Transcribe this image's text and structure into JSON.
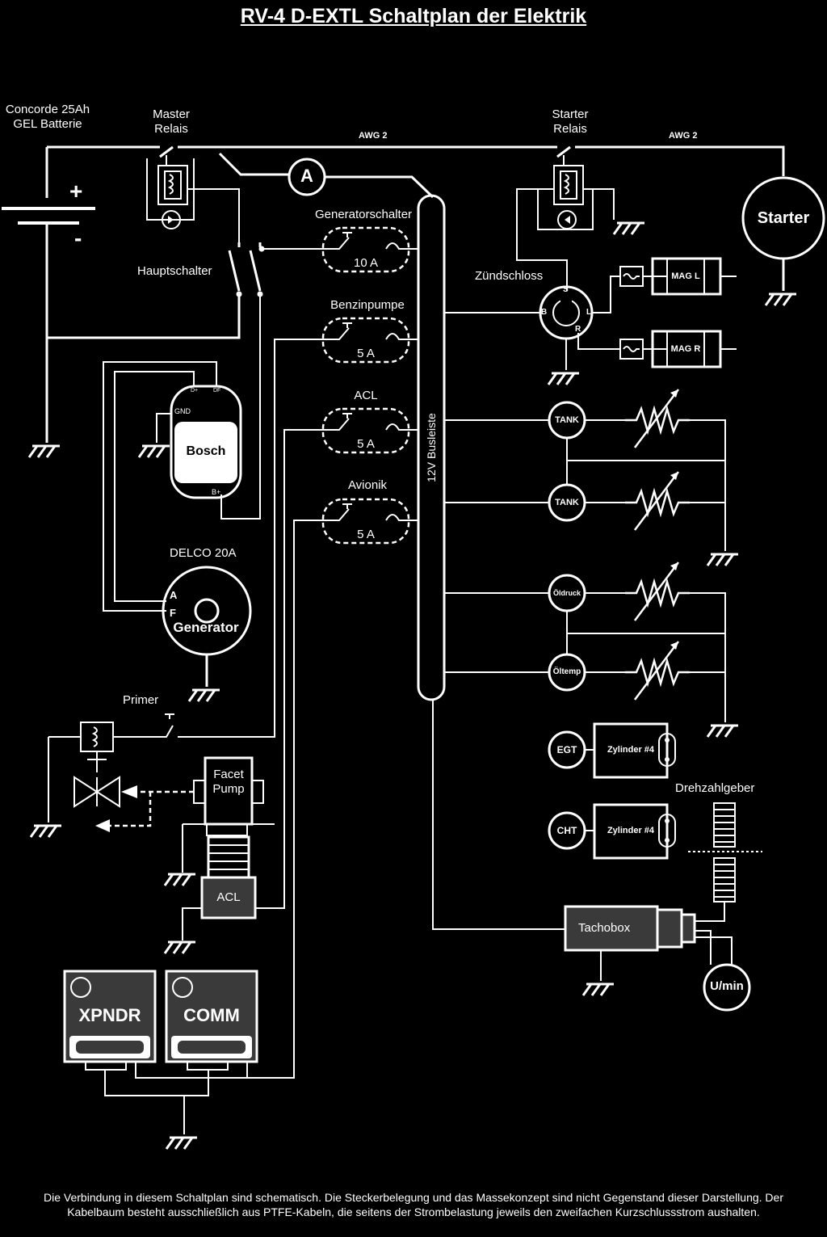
{
  "title": "RV-4 D-EXTL Schaltplan der Elektrik",
  "battery": {
    "line1": "Concorde 25Ah",
    "line2": "GEL Batterie",
    "plus": "+",
    "minus": "-"
  },
  "master_relay": {
    "line1": "Master",
    "line2": "Relais"
  },
  "starter_relay": {
    "line1": "Starter",
    "line2": "Relais"
  },
  "wire_labels": {
    "awg_left": "AWG 2",
    "awg_right": "AWG 2"
  },
  "ammeter": "A",
  "starter": "Starter",
  "main_switch": "Hauptschalter",
  "switches": [
    {
      "name": "Generatorschalter",
      "rating": "10 A"
    },
    {
      "name": "Benzinpumpe",
      "rating": "5 A"
    },
    {
      "name": "ACL",
      "rating": "5 A"
    },
    {
      "name": "Avionik",
      "rating": "5 A"
    }
  ],
  "bus": "12V Busleiste",
  "ignition": {
    "label": "Zündschloss",
    "s": "S",
    "b": "B",
    "l": "L",
    "r": "R"
  },
  "magnetos": [
    "MAG L",
    "MAG R"
  ],
  "regulator": {
    "name": "Bosch",
    "gnd": "GND",
    "dplus1": "D+",
    "dplus2": "DF",
    "bplus": "B+"
  },
  "generator": {
    "title": "DELCO 20A",
    "name": "Generator",
    "a": "A",
    "f": "F"
  },
  "primer": "Primer",
  "facet_pump": {
    "line1": "Facet",
    "line2": "Pump"
  },
  "acl_unit": "ACL",
  "avionics": [
    "XPNDR",
    "COMM"
  ],
  "gauges": [
    "TANK",
    "TANK",
    "Öldruck",
    "Öltemp"
  ],
  "egt": {
    "sensor": "EGT",
    "cyl": "Zylinder #4"
  },
  "cht": {
    "sensor": "CHT",
    "cyl": "Zylinder #4"
  },
  "rpm_sender": "Drehzahlgeber",
  "tachobox": "Tachobox",
  "rpm": "U/min",
  "footnote": "Die Verbindung in diesem Schaltplan sind schematisch. Die Steckerbelegung und das Massekonzept sind nicht Gegenstand dieser Darstellung. Der Kabelbaum besteht ausschließlich aus PTFE-Kabeln, die seitens der Strombelastung jeweils den zweifachen Kurzschlussstrom aushalten."
}
